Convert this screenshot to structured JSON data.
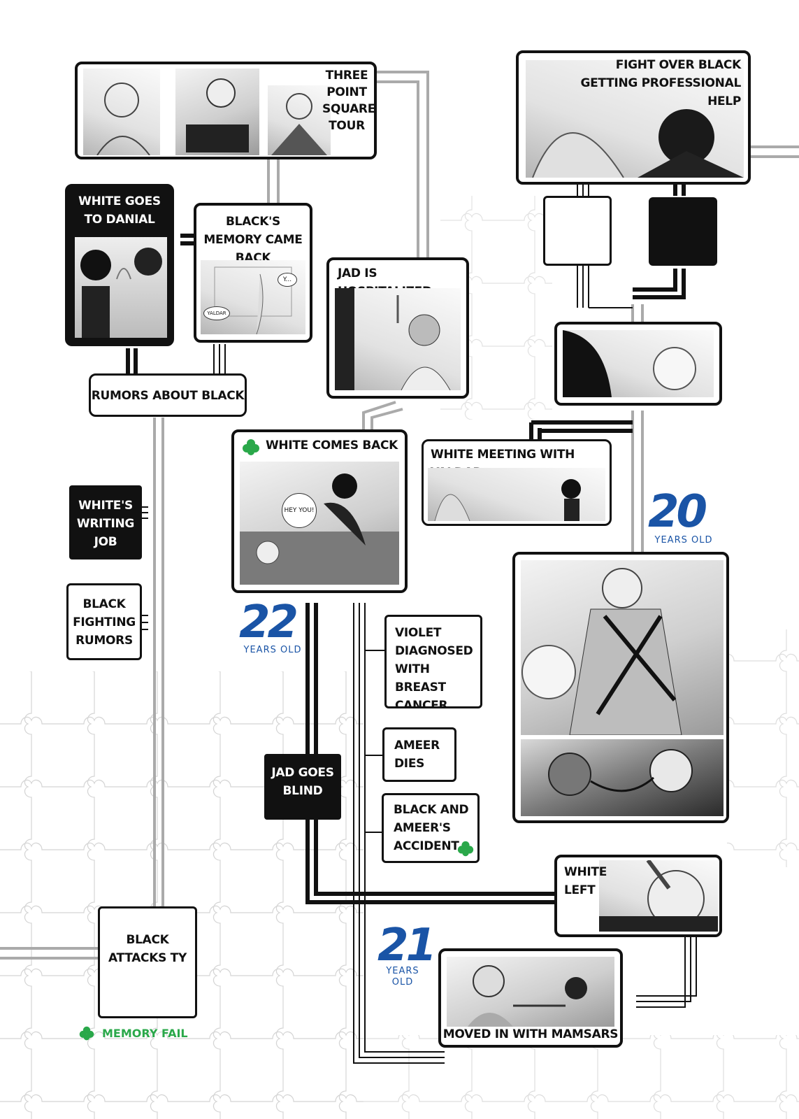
{
  "events": {
    "three_point": "THREE POINT SQUARE TOUR",
    "fight_help": "FIGHT OVER BLACK GETTING PROFESSIONAL HELP",
    "white_danial": "WHITE GOES TO DANIAL",
    "black_memory": "BLACK'S MEMORY CAME BACK",
    "jad_hospital": "JAD IS HOSPITALIZED",
    "rumors": "RUMORS ABOUT BLACK",
    "white_back": "WHITE COMES BACK",
    "white_yaldar": "WHITE MEETING WITH YALDAR",
    "writing_job": "WHITE'S WRITING JOB",
    "fighting_rumors": "BLACK FIGHTING RUMORS",
    "violet": "VIOLET DIAGNOSED WITH BREAST CANCER",
    "ameer_dies": "AMEER DIES",
    "jad_blind": "JAD GOES BLIND",
    "accident": "BLACK AND AMEER'S ACCIDENT",
    "white_left": "WHITE LEFT",
    "attacks_ty": "BLACK ATTACKS TY",
    "mamsars": "MOVED IN WITH MAMSARS"
  },
  "speech": {
    "memory_y": "Y...",
    "memory_yaldar": "YALDAR",
    "hey_you": "HEY YOU!"
  },
  "ages": {
    "a20": "20",
    "a22": "22",
    "a21": "21",
    "years_old": "YEARS OLD",
    "years": "YEARS",
    "old": "OLD"
  },
  "legend": {
    "label": "MEMORY FAIL",
    "icon": "clover-icon",
    "color": "#2aa84a"
  },
  "colors": {
    "ink": "#111111",
    "age_blue": "#1a54a6",
    "line_gray": "#b5b5b5"
  }
}
